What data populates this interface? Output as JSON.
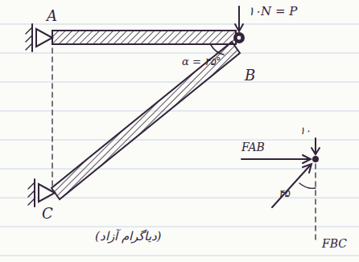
{
  "diagram": {
    "labels": [
      "A",
      "۱۰N = P",
      "B",
      "α = ۴۵°",
      "C",
      "FAB",
      "۱۰",
      "۴۵",
      "FBC",
      "(دیاگرام آزاد)"
    ]
  }
}
